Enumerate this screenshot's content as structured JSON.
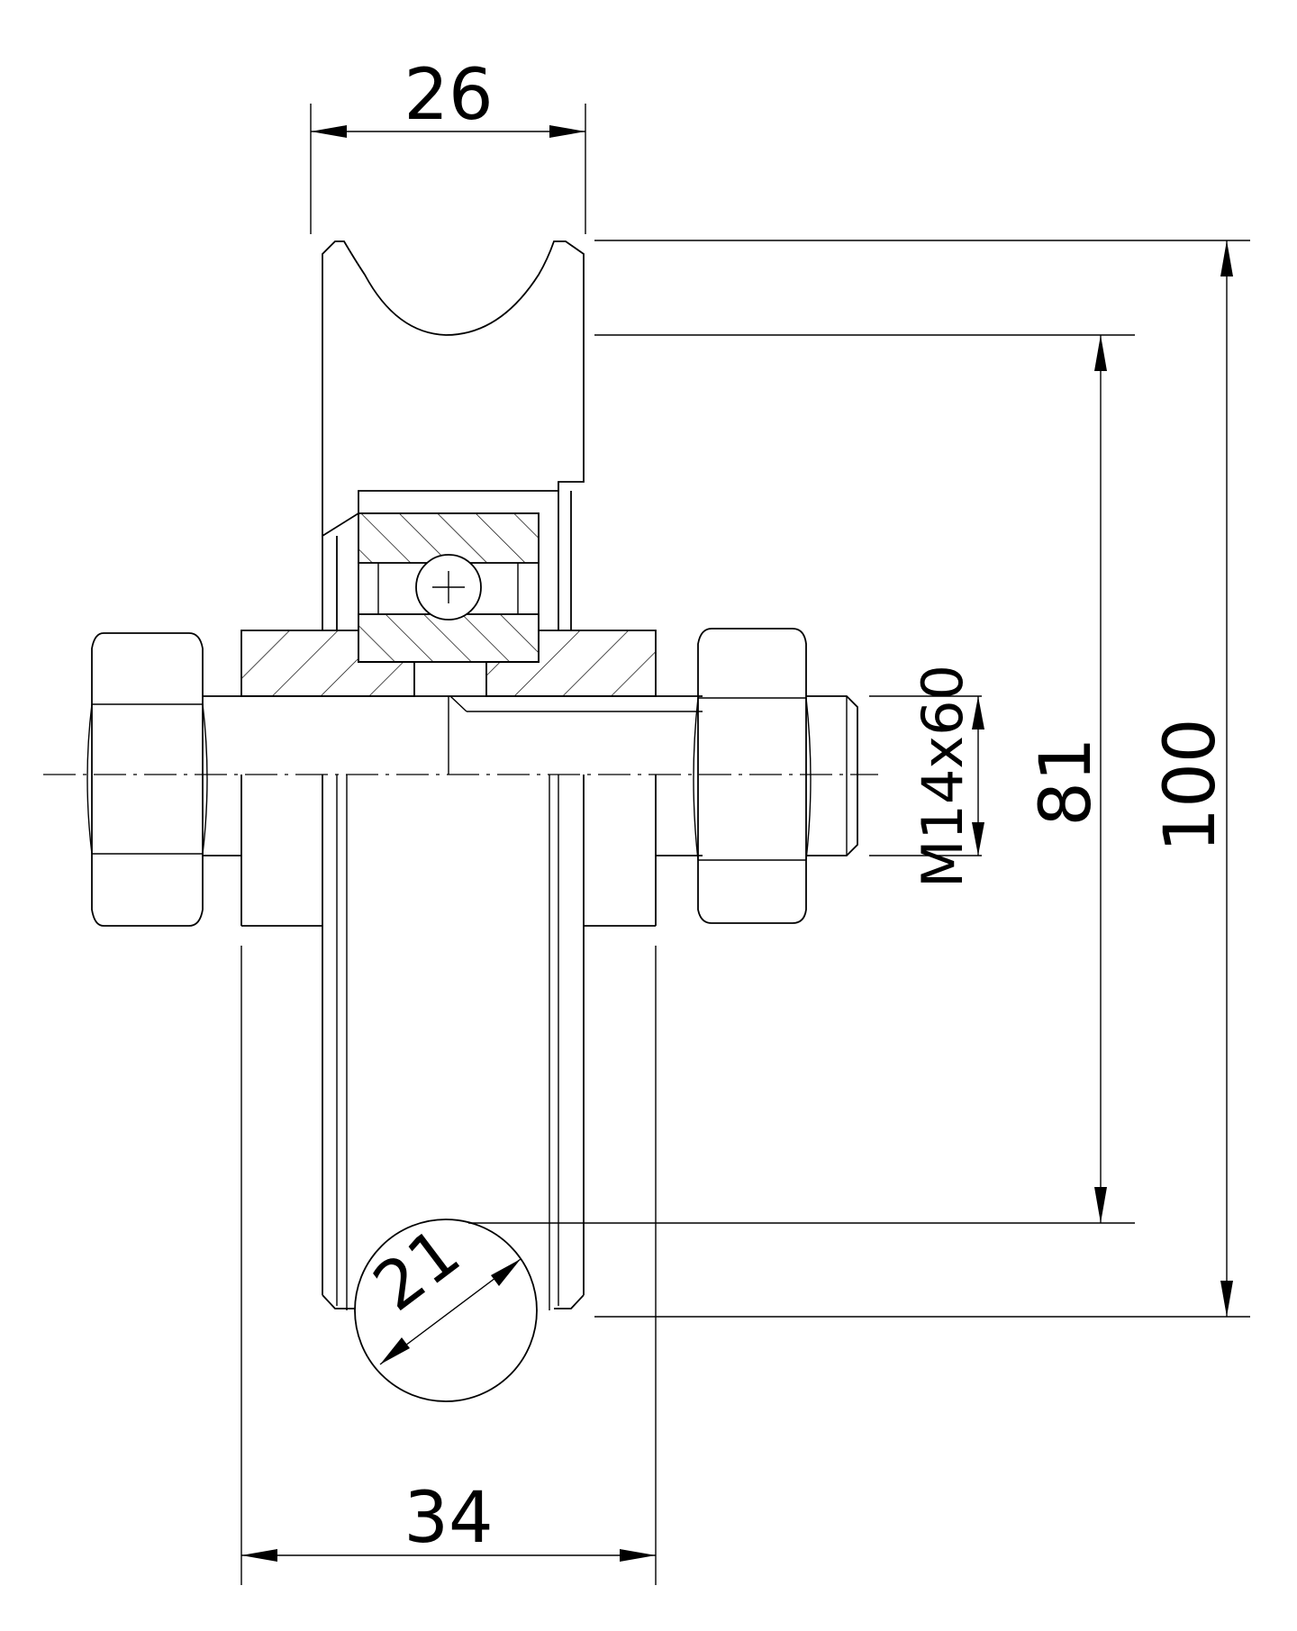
{
  "dimensions": {
    "top_width": "26",
    "bottom_width": "34",
    "groove_diameter": "21",
    "bolt_spec": "M14x60",
    "groove_bottom_diameter": "81",
    "outer_diameter": "100"
  },
  "colors": {
    "line": "#000000",
    "background": "#ffffff"
  }
}
